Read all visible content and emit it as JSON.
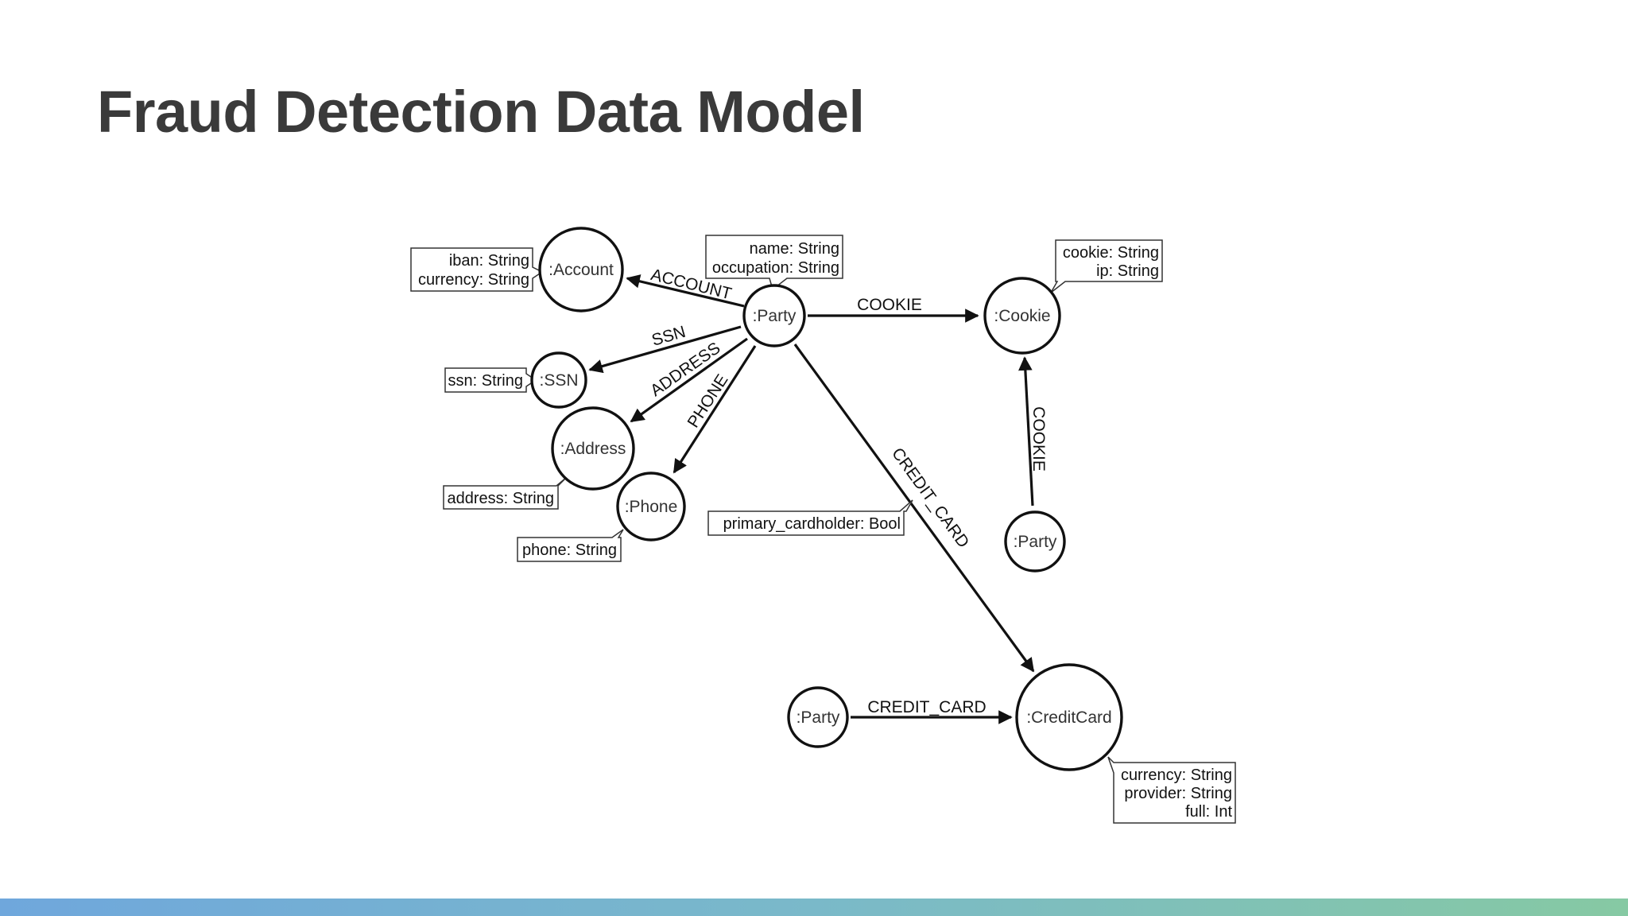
{
  "title": "Fraud Detection Data Model",
  "nodes": {
    "account": ":Account",
    "party_main": ":Party",
    "cookie": ":Cookie",
    "ssn": ":SSN",
    "address": ":Address",
    "phone": ":Phone",
    "party_cookie": ":Party",
    "party_card": ":Party",
    "credit_card": ":CreditCard"
  },
  "edges": {
    "account": "ACCOUNT",
    "cookie": "COOKIE",
    "ssn": "SSN",
    "address": "ADDRESS",
    "phone": "PHONE",
    "credit_card_main": "CREDIT_CARD",
    "cookie_party": "COOKIE",
    "credit_card_party": "CREDIT_CARD"
  },
  "properties": {
    "party": [
      "name: String",
      "occupation: String"
    ],
    "account": [
      "iban: String",
      "currency: String"
    ],
    "cookie": [
      "cookie: String",
      "ip: String"
    ],
    "ssn": [
      "ssn: String"
    ],
    "address": [
      "address: String"
    ],
    "phone": [
      "phone: String"
    ],
    "credit_card_rel": [
      "primary_cardholder: Bool"
    ],
    "credit_card": [
      "currency: String",
      "provider: String",
      "full: Int"
    ]
  },
  "colors": {
    "title": "#3a3a3a",
    "stroke": "#111111",
    "footer_gradient": [
      "#6fa7dc",
      "#86c9a3"
    ]
  }
}
